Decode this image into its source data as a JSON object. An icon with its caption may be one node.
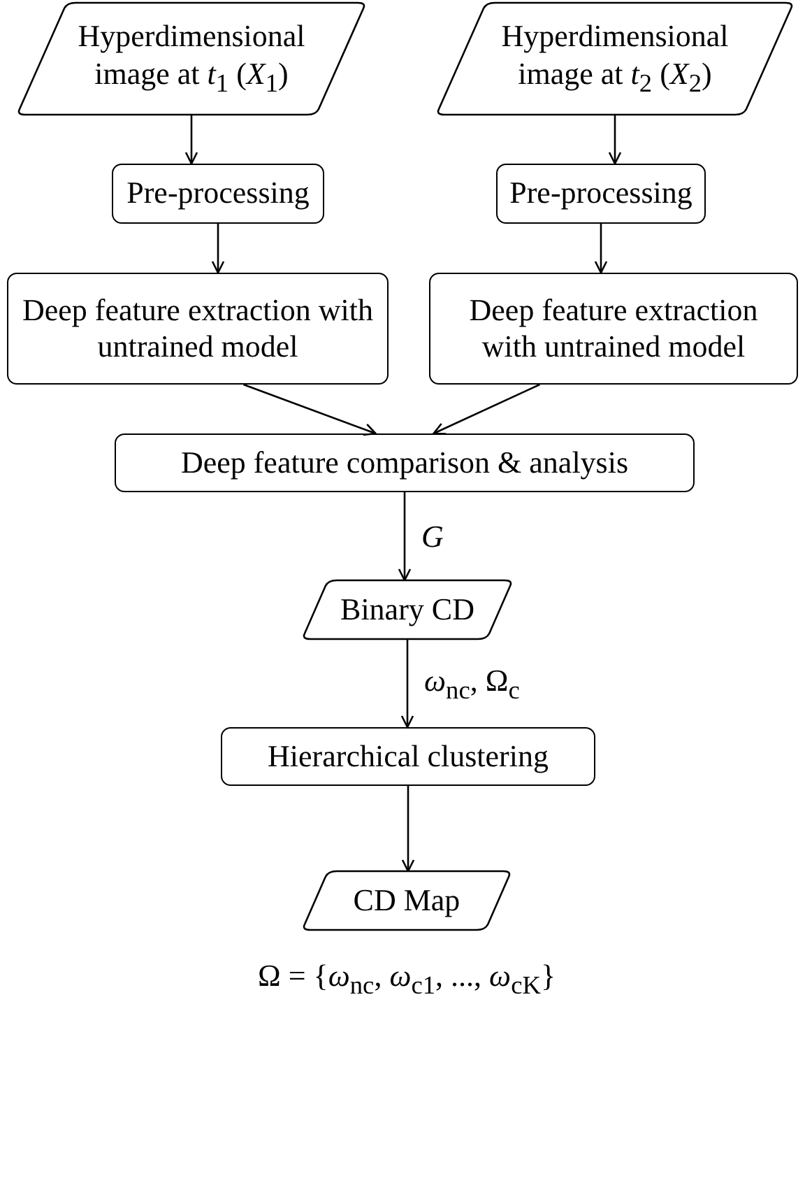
{
  "diagram": {
    "nodes": [
      {
        "text": [
          "Hyperdimensional image at *t*$_{1}$ (*X*$_{1}$)"
        ]
      },
      {
        "text": [
          "Hyperdimensional image at *t*$_{2}$ (*X*$_{2}$)"
        ]
      },
      {
        "text": [
          "Pre-processing"
        ]
      },
      {
        "text": [
          "Pre-processing"
        ]
      },
      {
        "text": [
          "Deep feature extraction with untrained model"
        ]
      },
      {
        "text": [
          "Deep feature extraction with untrained model"
        ]
      },
      {
        "text": [
          "Deep feature comparison & analysis"
        ]
      },
      {
        "text": [
          "Binary CD"
        ]
      },
      {
        "text": [
          "Hierarchical clustering"
        ]
      },
      {
        "text": [
          "CD Map"
        ],
        "beside": [
          "Ω = {*ω*$_{nc}$, *ω*$_{c1}$, ..., *ω*$_{cK}$}"
        ]
      }
    ],
    "edges": [
      {
        "from": 0,
        "to": 2,
        "arrow": "to"
      },
      {
        "from": 1,
        "to": 3,
        "arrow": "to"
      },
      {
        "from": 2,
        "to": 4,
        "arrow": "to"
      },
      {
        "from": 3,
        "to": 5,
        "arrow": "to"
      },
      {
        "from": 4,
        "to": 6,
        "arrow": "to"
      },
      {
        "from": 5,
        "to": 6,
        "arrow": "to"
      },
      {
        "from": 6,
        "to": 7,
        "arrow": "to",
        "label": "*G*"
      },
      {
        "from": 7,
        "to": 8,
        "arrow": "to",
        "label": "*ω*$_{nc}$, Ω$_{c}$"
      },
      {
        "from": 8,
        "to": 9,
        "arrow": "to"
      }
    ]
  }
}
